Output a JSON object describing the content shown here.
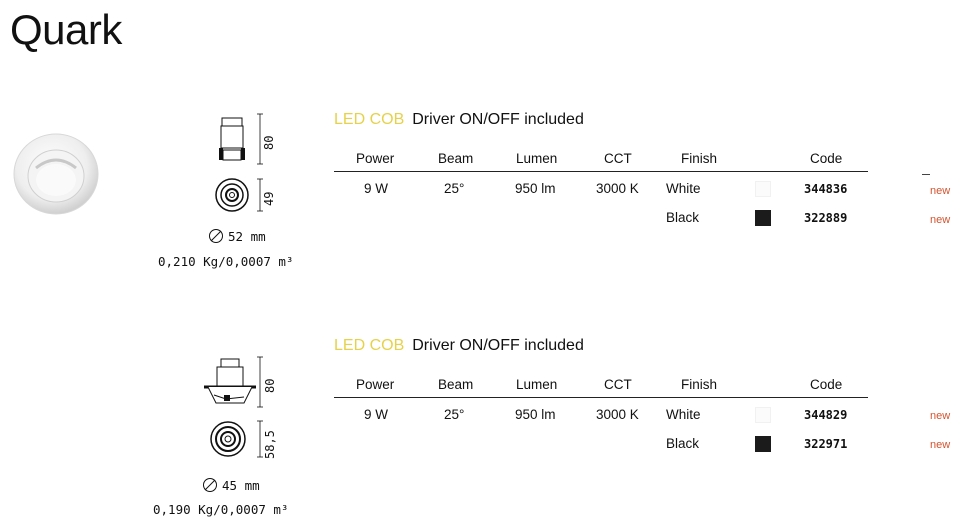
{
  "page": {
    "title": "Quark"
  },
  "products": [
    {
      "headline_tag": "LED COB",
      "headline_desc": "Driver ON/OFF included",
      "height_dim": "80",
      "diameter_dim": "49",
      "hole_size": "52 mm",
      "weight_volume": "0,210 Kg/0,0007 m³",
      "columns": [
        "Power",
        "Beam",
        "Lumen",
        "CCT",
        "Finish",
        "Code"
      ],
      "rows": [
        {
          "power": "9 W",
          "beam": "25°",
          "lumen": "950 lm",
          "cct": "3000 K",
          "finish": "White",
          "swatch": "#fbfbfb",
          "code": "344836",
          "badge": "new"
        },
        {
          "power": "",
          "beam": "",
          "lumen": "",
          "cct": "",
          "finish": "Black",
          "swatch": "#1b1b1b",
          "code": "322889",
          "badge": "new"
        }
      ]
    },
    {
      "headline_tag": "LED COB",
      "headline_desc": "Driver ON/OFF included",
      "height_dim": "80",
      "diameter_dim": "58,5",
      "hole_size": "45 mm",
      "weight_volume": "0,190 Kg/0,0007 m³",
      "columns": [
        "Power",
        "Beam",
        "Lumen",
        "CCT",
        "Finish",
        "Code"
      ],
      "rows": [
        {
          "power": "9 W",
          "beam": "25°",
          "lumen": "950 lm",
          "cct": "3000 K",
          "finish": "White",
          "swatch": "#fbfbfb",
          "code": "344829",
          "badge": "new"
        },
        {
          "power": "",
          "beam": "",
          "lumen": "",
          "cct": "",
          "finish": "Black",
          "swatch": "#1b1b1b",
          "code": "322971",
          "badge": "new"
        }
      ]
    }
  ],
  "colors": {
    "led_tag": "#e6d24a",
    "new_badge": "#d2542f",
    "text": "#111111"
  },
  "icons": [
    "hole-diameter-icon",
    "product-photo",
    "side-view-drawing",
    "front-view-drawing"
  ]
}
